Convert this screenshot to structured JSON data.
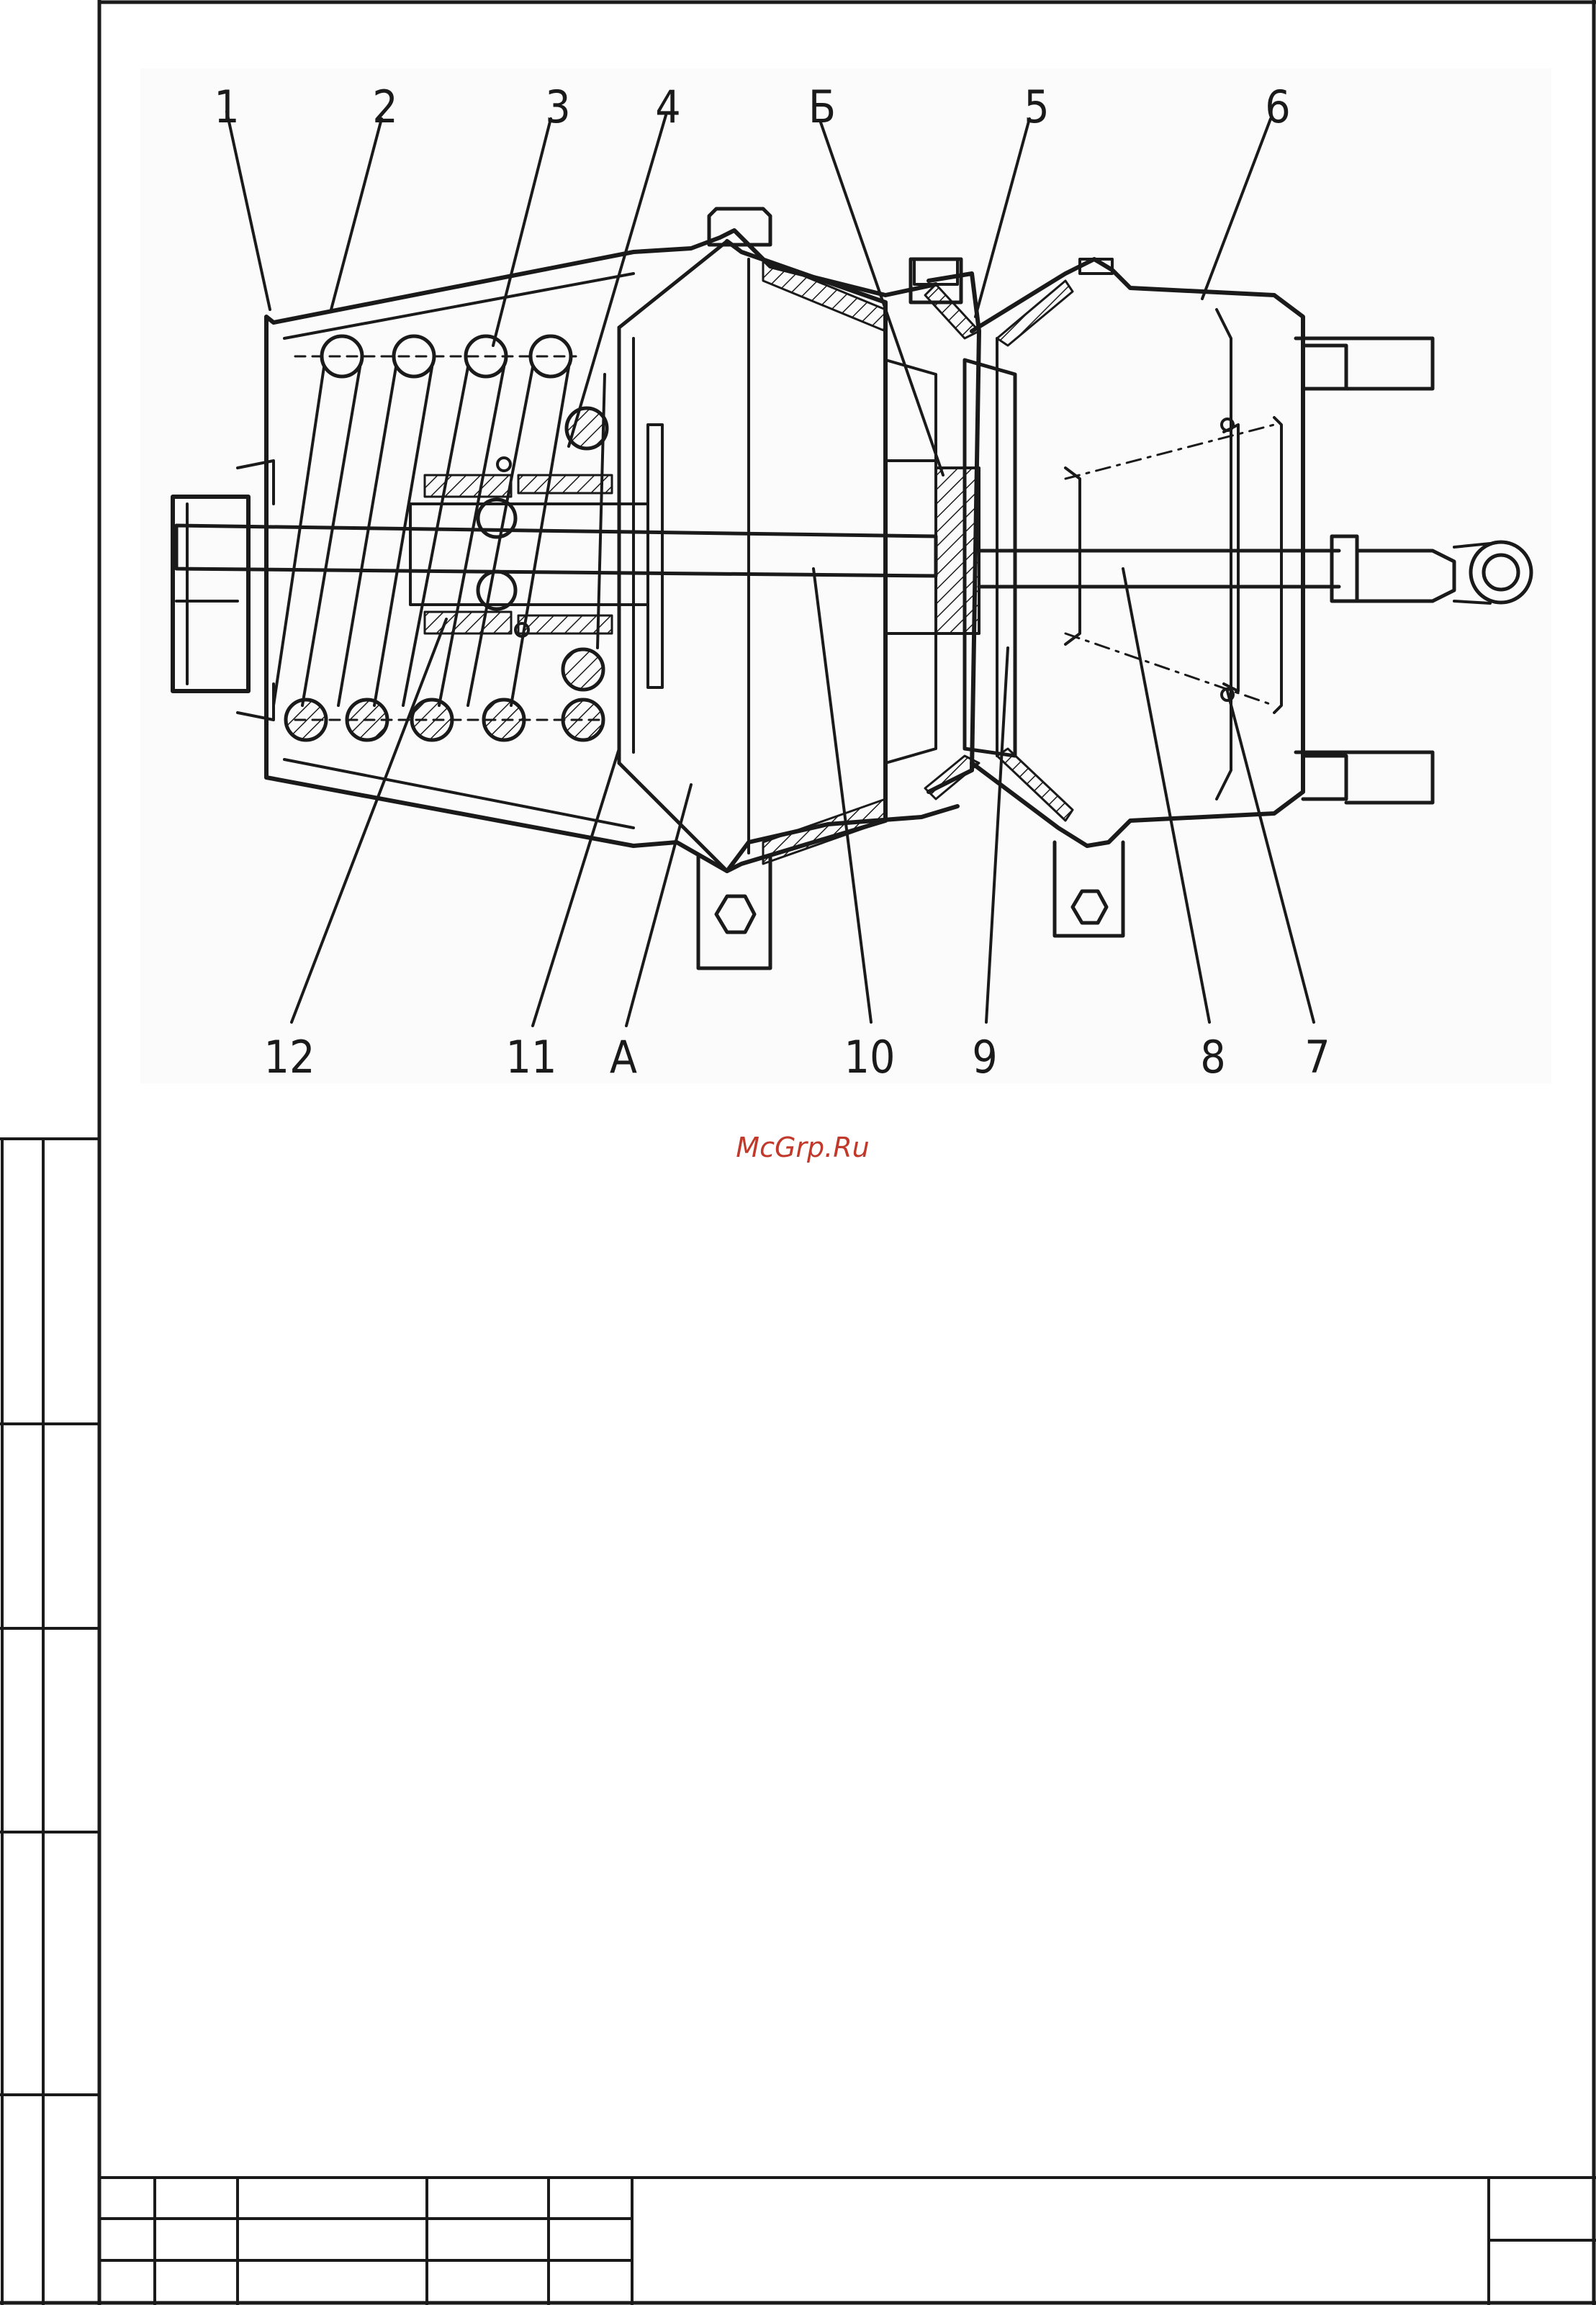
{
  "watermark": "McGrp.Ru",
  "figure": {
    "labels": [
      "1",
      "2",
      "3",
      "4",
      "Б",
      "5",
      "6",
      "12",
      "11",
      "A",
      "10",
      "9",
      "8",
      "7"
    ]
  },
  "colors": {
    "ink": "#1a1a1a",
    "watermark": "#c0392b",
    "paper": "#ffffff"
  }
}
